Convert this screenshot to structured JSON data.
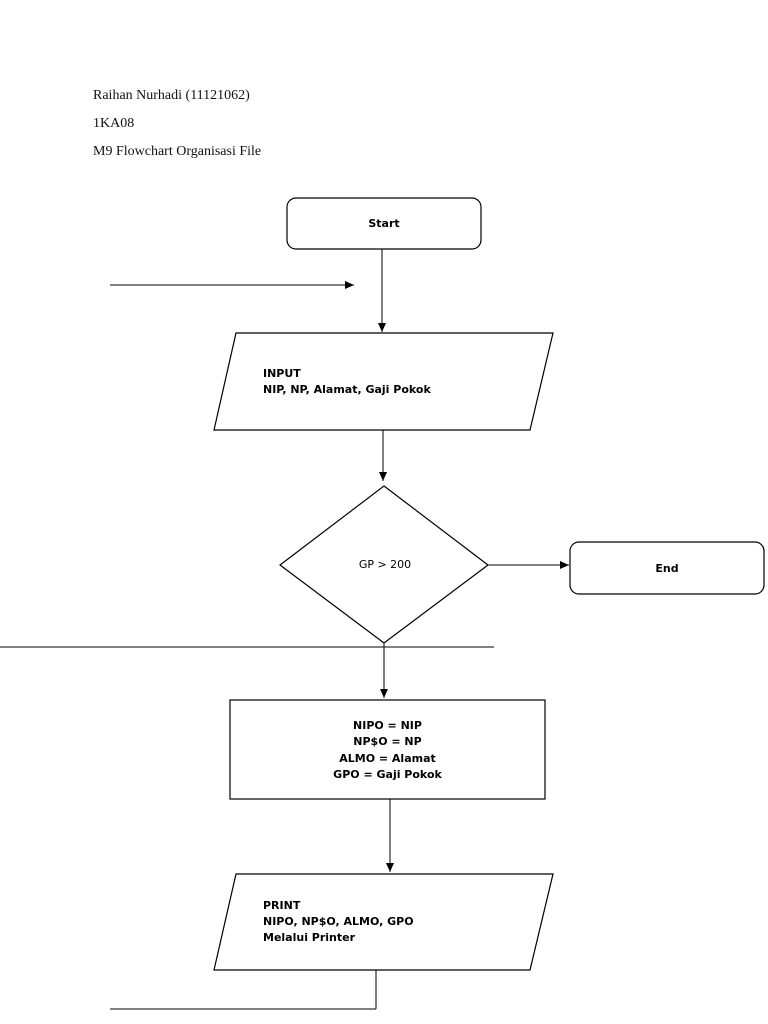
{
  "header": {
    "name": "Raihan Nurhadi (11121062)",
    "class": "1KA08",
    "title": "M9 Flowchart Organisasi File"
  },
  "flowchart": {
    "start": "Start",
    "input_title": "INPUT",
    "input_fields": "NIP, NP, Alamat, Gaji Pokok",
    "decision": "GP > 200",
    "end": "End",
    "process_lines": [
      "NIPO = NIP",
      "NP$O = NP",
      "ALMO = Alamat",
      "GPO = Gaji Pokok"
    ],
    "print_title": "PRINT",
    "print_fields": "NIPO, NP$O, ALMO, GPO",
    "print_device": "Melalui Printer"
  }
}
